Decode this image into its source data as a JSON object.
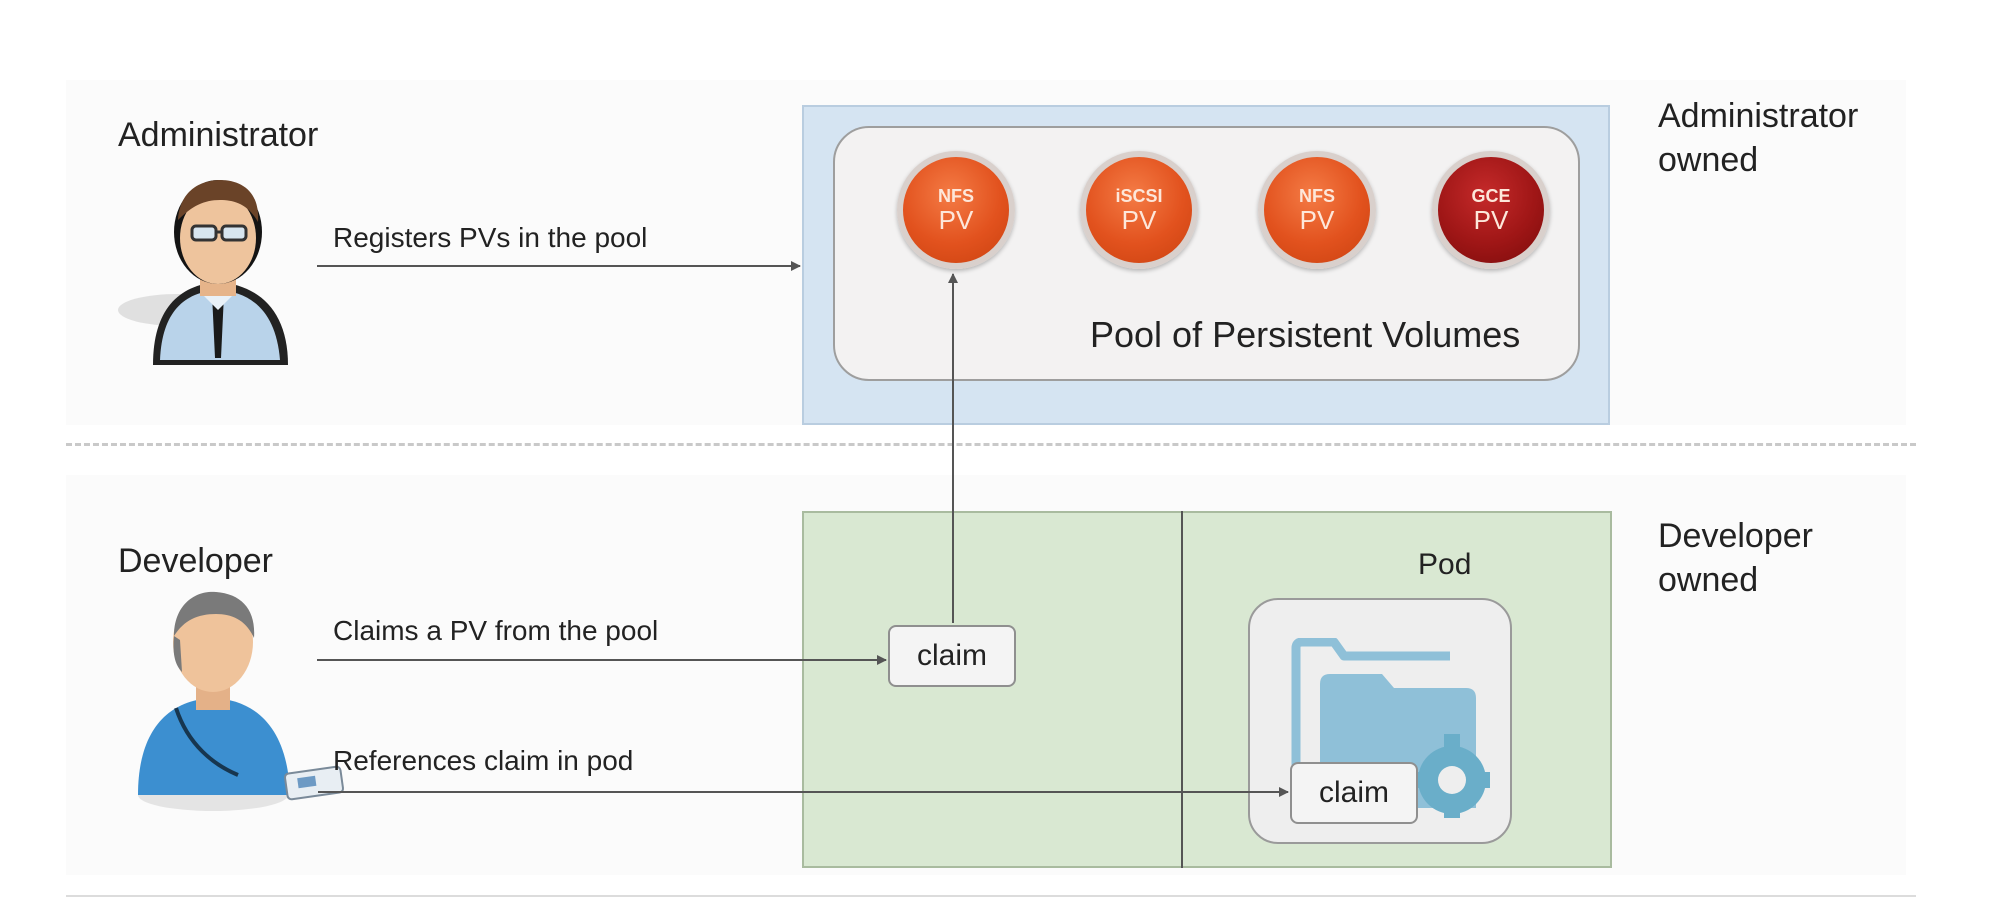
{
  "roles": {
    "administrator": "Administrator",
    "developer": "Developer"
  },
  "actions": {
    "registers": "Registers PVs in the pool",
    "claims": "Claims a PV from the pool",
    "references": "References claim in pod"
  },
  "ownership": {
    "admin_line1": "Administrator",
    "admin_line2": "owned",
    "dev_line1": "Developer",
    "dev_line2": "owned"
  },
  "pool": {
    "title": "Pool of Persistent Volumes",
    "volumes": [
      {
        "kind": "NFS",
        "tag": "PV",
        "color": "#e2521e"
      },
      {
        "kind": "iSCSI",
        "tag": "PV",
        "color": "#e2521e"
      },
      {
        "kind": "NFS",
        "tag": "PV",
        "color": "#e2521e"
      },
      {
        "kind": "GCE",
        "tag": "PV",
        "color": "#9f1616"
      }
    ]
  },
  "developer_area": {
    "pod_label": "Pod",
    "claim_label": "claim",
    "pod_claim_label": "claim",
    "pod_icon": "folder-gear-icon"
  },
  "colors": {
    "admin_box": "#d5e4f2",
    "dev_box": "#d9e8d2",
    "pv_orange": "#e2521e",
    "pv_dark_red": "#9f1616"
  }
}
